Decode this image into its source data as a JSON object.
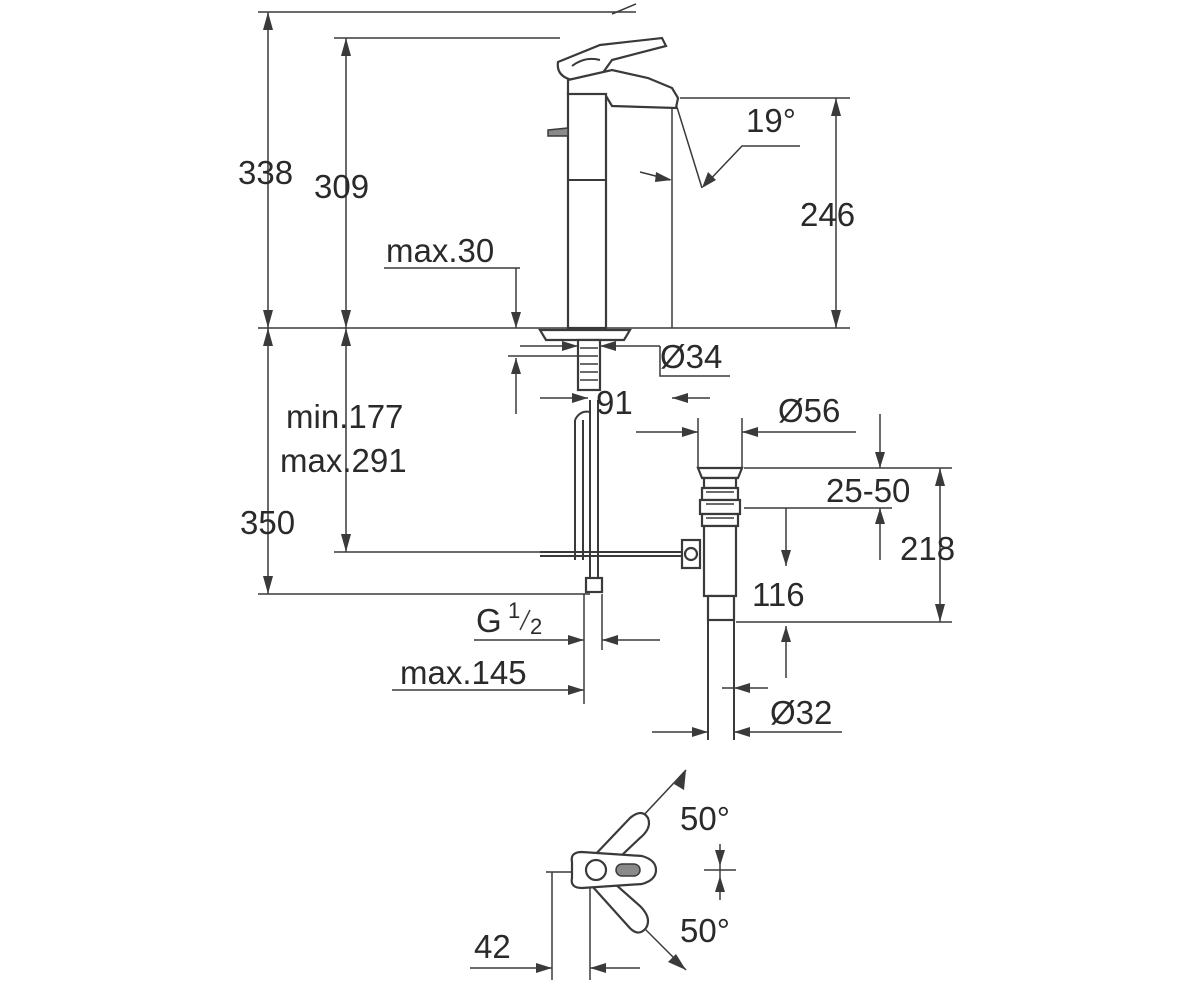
{
  "dimensions": {
    "d338": "338",
    "d309": "309",
    "angle_spout": "19°",
    "d246": "246",
    "max30": "max.30",
    "dia34": "Ø34",
    "d91": "91",
    "min177": "min.177",
    "max291": "max.291",
    "d350": "350",
    "dia56": "Ø56",
    "d25_50": "25-50",
    "d218": "218",
    "d116": "116",
    "thread_g": "G",
    "thread_1": "1",
    "thread_2": "2",
    "max145": "max.145",
    "dia32": "Ø32",
    "angle_top": "50°",
    "angle_bottom": "50°",
    "d42": "42"
  }
}
